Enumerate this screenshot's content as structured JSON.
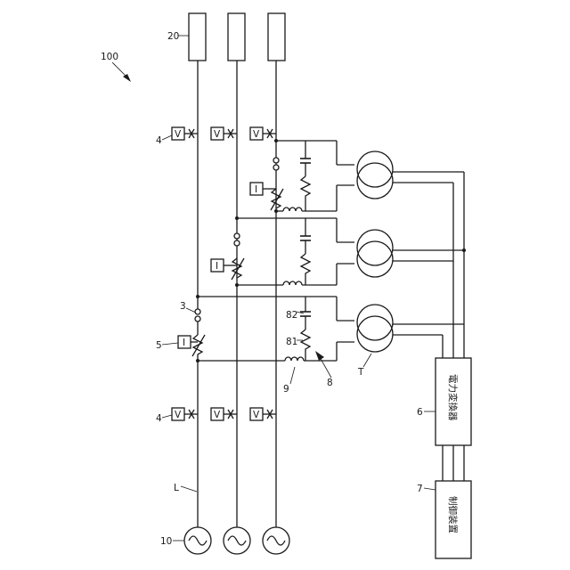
{
  "diagram": {
    "labels": {
      "system": "100",
      "source": "10",
      "line": "L",
      "load": "20",
      "voltage_sensor": "4",
      "breaker": "3",
      "current_sensor": "5",
      "converter": "6",
      "control": "7",
      "resistor": "81",
      "capacitor": "82",
      "coil": "9",
      "impedance_unit": "8",
      "transformer": "T"
    },
    "meter_v": "V",
    "meter_i": "I",
    "converter_text": "電力変換器",
    "control_text": "制御装置"
  }
}
